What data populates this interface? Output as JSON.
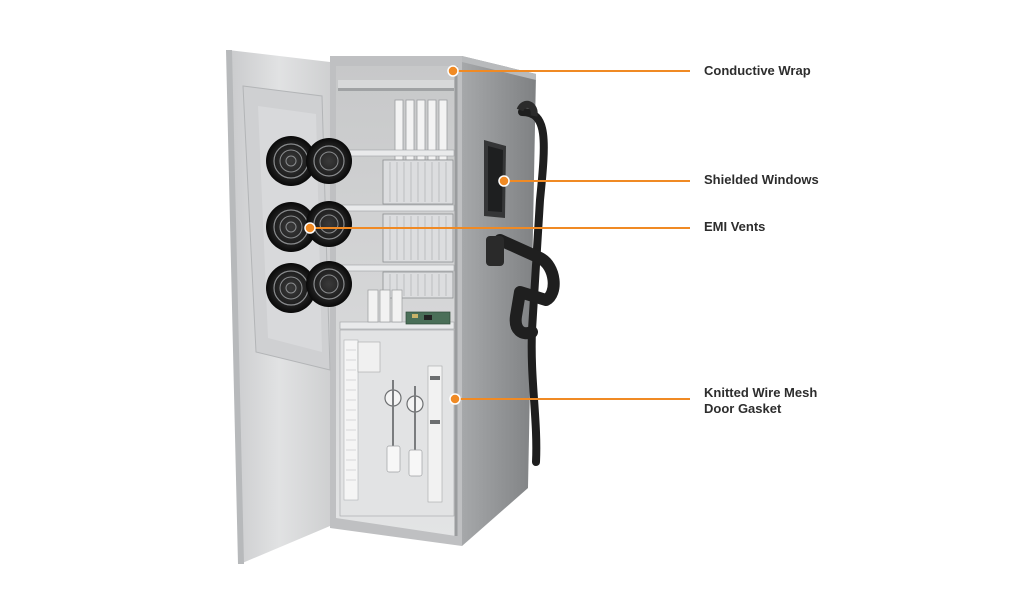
{
  "colors": {
    "callout_line": "#f08a24",
    "label_text": "#2d2d2d",
    "cabinet_light": "#d9dadb",
    "cabinet_dark": "#8f9193",
    "fan_black": "#1f1f1f"
  },
  "callouts": {
    "conductive_wrap": "Conductive Wrap",
    "shielded_windows": "Shielded Windows",
    "emi_vents": "EMI Vents",
    "gasket_line1": "Knitted Wire Mesh",
    "gasket_line2": "Door Gasket"
  }
}
